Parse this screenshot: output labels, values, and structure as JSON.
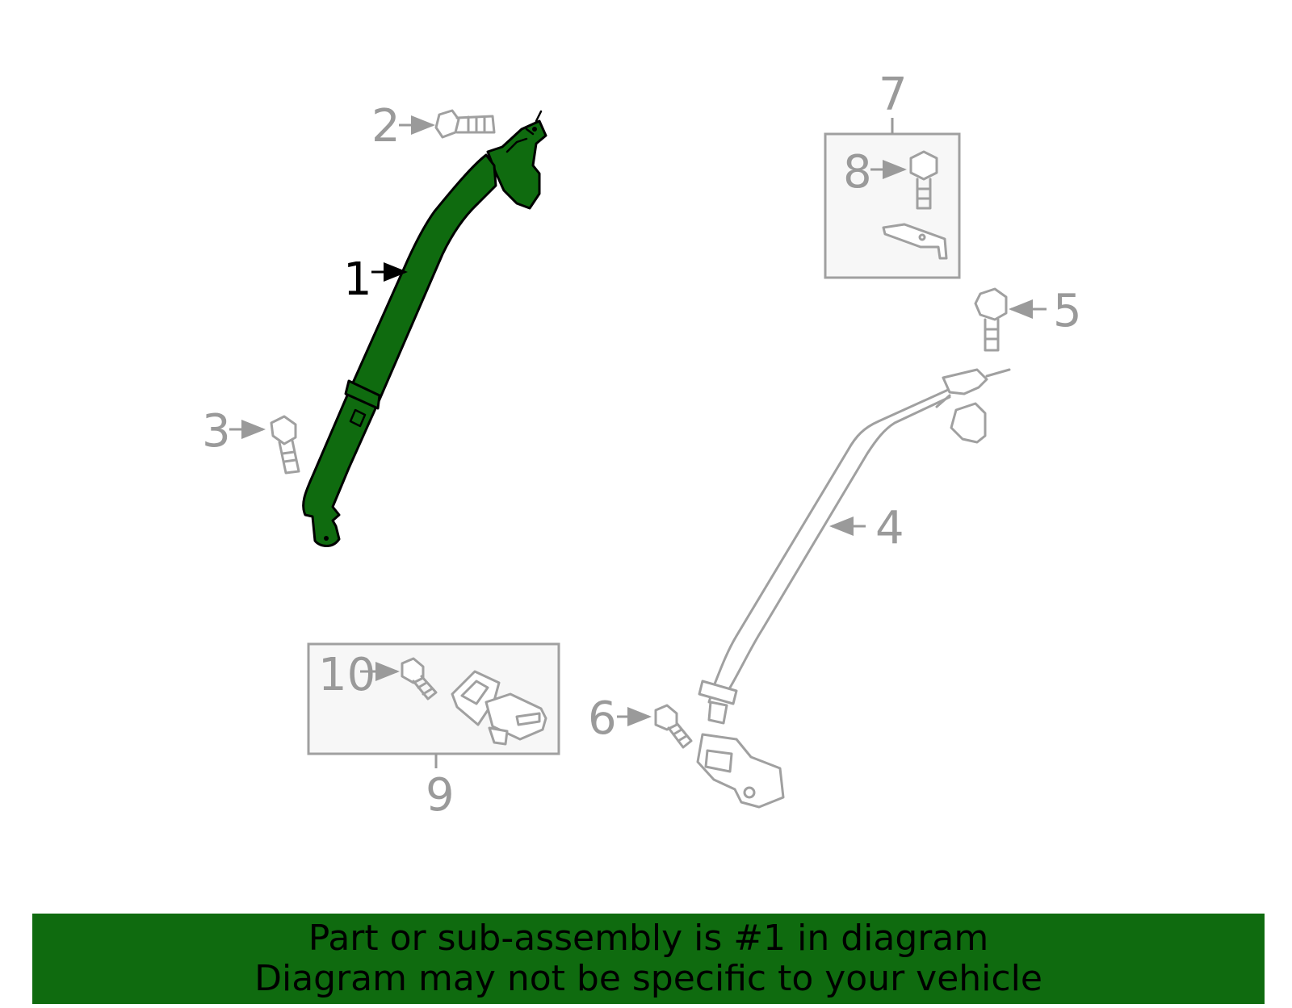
{
  "callouts": {
    "c1": "1",
    "c2": "2",
    "c3": "3",
    "c4": "4",
    "c5": "5",
    "c6": "6",
    "c7": "7",
    "c8": "8",
    "c9": "9",
    "c10": "10"
  },
  "highlighted_part": "1",
  "colors": {
    "highlight": "#0f6b0f",
    "outline": "#a0a0a0",
    "banner_bg": "#0f6b0f"
  },
  "banner": {
    "line1": "Part or sub-assembly is #1 in diagram",
    "line2": "Diagram may not be specific to your vehicle"
  }
}
